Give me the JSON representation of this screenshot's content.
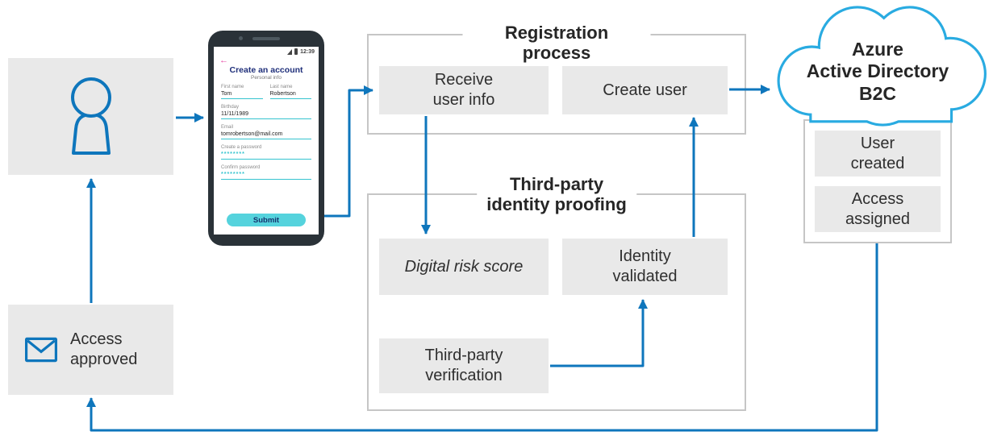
{
  "phone": {
    "status_time": "12:39",
    "title": "Create an account",
    "subtitle": "Personal info",
    "fields": [
      {
        "label": "First name",
        "value": "Tom"
      },
      {
        "label": "Last name",
        "value": "Robertson"
      },
      {
        "label": "Birthday",
        "value": "11/11/1989"
      },
      {
        "label": "Email",
        "value": "tomrobertson@mail.com"
      },
      {
        "label": "Create a password",
        "value": "********"
      },
      {
        "label": "Confirm password",
        "value": "********"
      }
    ],
    "submit_label": "Submit"
  },
  "registration": {
    "title": "Registration process",
    "receive_box": "Receive\nuser info",
    "create_box": "Create user"
  },
  "third_party": {
    "title": "Third-party\nidentity proofing",
    "digital_risk_box": "Digital risk score",
    "identity_box": "Identity\nvalidated",
    "verification_box": "Third-party\nverification"
  },
  "azure": {
    "name_lines": [
      "Azure",
      "Active Directory",
      "B2C"
    ],
    "user_created_box": "User\ncreated",
    "access_assigned_box": "Access\nassigned"
  },
  "access_approved": {
    "label": "Access\napproved"
  },
  "colors": {
    "arrow_blue": "#0e76bc",
    "cloud_cyan": "#29abe1",
    "box_gray": "#e9e9e9",
    "teal_accent": "#35c4cf",
    "navy_text": "#1f2f7a",
    "back_pink": "#e543a1"
  }
}
